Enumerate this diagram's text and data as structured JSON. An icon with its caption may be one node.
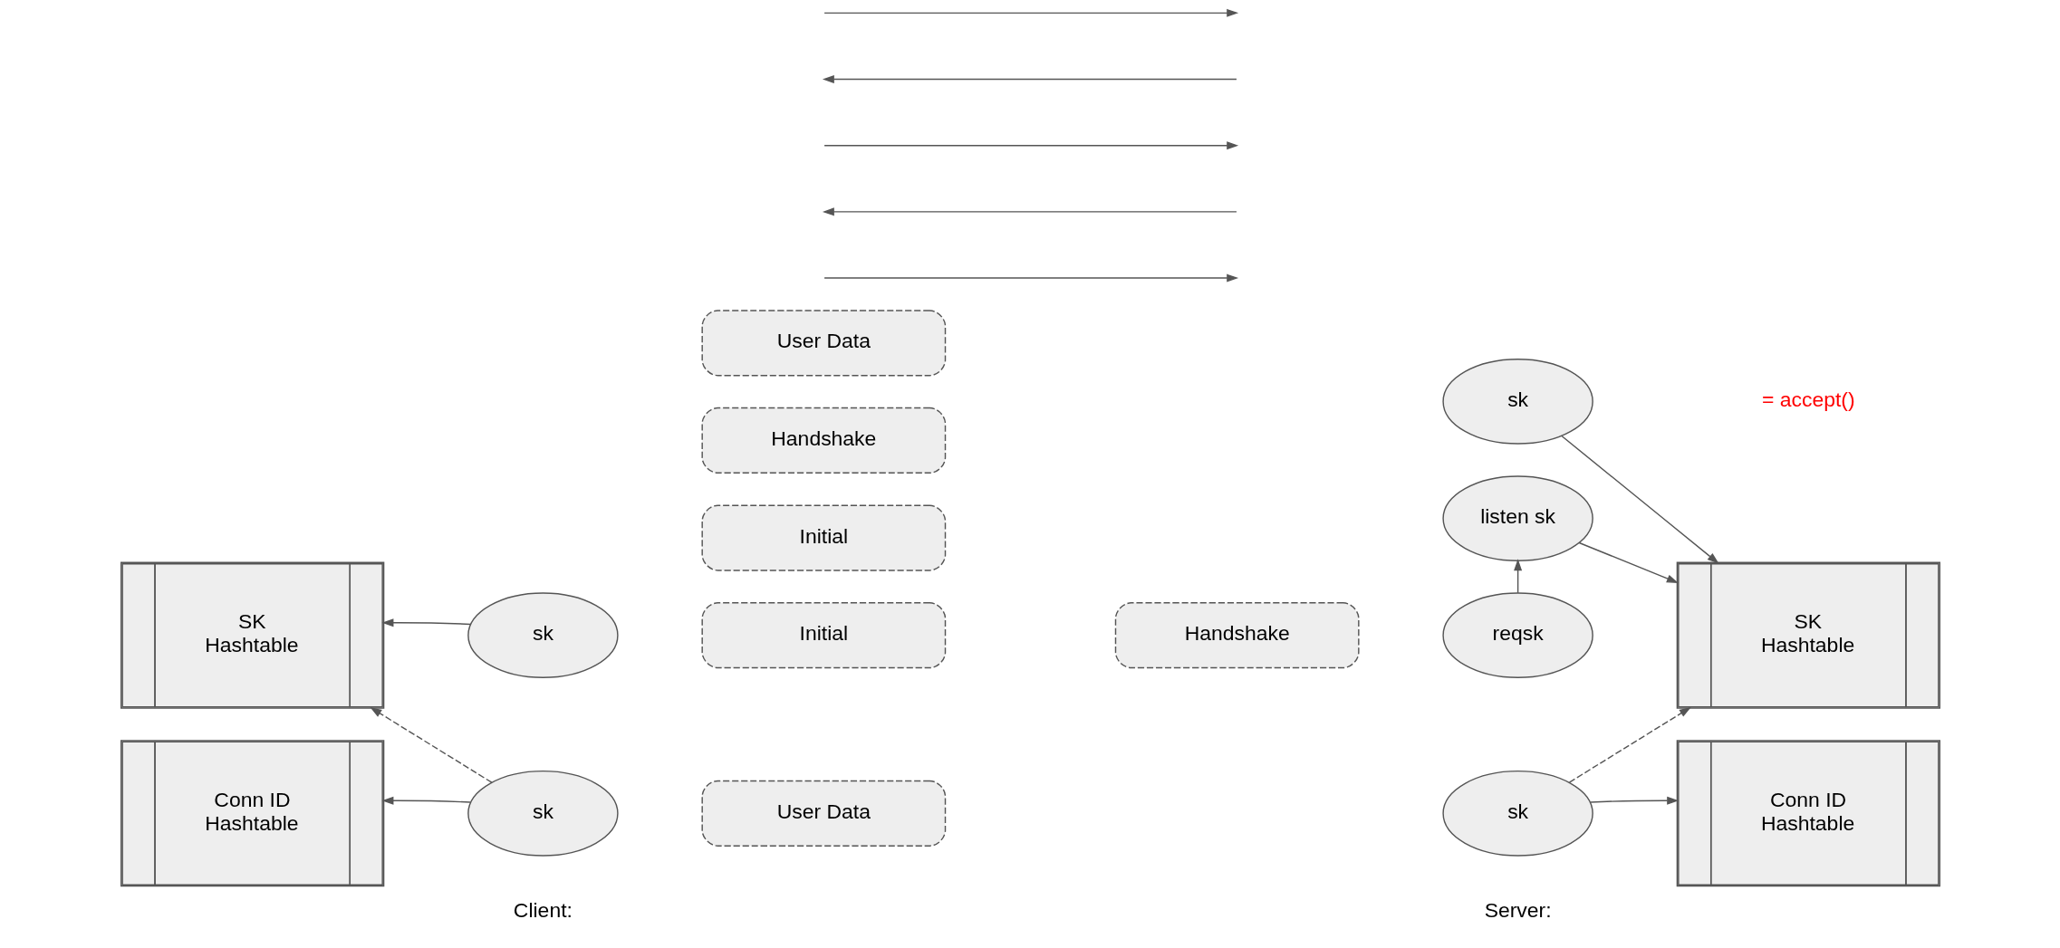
{
  "diagram": {
    "nodes": [
      {
        "text": [
          "SK",
          "Hashtable"
        ]
      },
      {
        "text": [
          "sk"
        ]
      },
      {
        "text": [
          "Initial"
        ]
      },
      {
        "text": [
          "listen sk"
        ]
      },
      {
        "text": [
          "reqsk"
        ]
      },
      {
        "text": [
          "SK",
          "Hashtable"
        ]
      },
      {
        "text": [
          "Initial"
        ]
      },
      {
        "text": [
          "Handshake"
        ]
      },
      {
        "text": [
          "sk"
        ]
      },
      {
        "text": [
          "Handshake"
        ]
      },
      {
        "text": [
          "Conn ID",
          "Hashtable"
        ]
      },
      {
        "text": [
          "sk"
        ]
      },
      {
        "text": [
          "User Data"
        ]
      },
      {
        "text": [
          "sk"
        ]
      },
      {
        "text": [
          "Conn ID",
          "Hashtable"
        ]
      },
      {
        "text": [
          "User Data"
        ]
      }
    ],
    "edges": [
      {
        "from": 1,
        "to": 0,
        "arrow": "to"
      },
      {
        "from": 11,
        "to": 0,
        "arrow": "to",
        "style": "dashed"
      },
      {
        "from": 11,
        "to": 10,
        "arrow": "to"
      },
      {
        "from": 4,
        "to": 3,
        "arrow": "to"
      },
      {
        "from": 3,
        "to": 5,
        "arrow": "to"
      },
      {
        "from": 8,
        "to": 5,
        "arrow": "to"
      },
      {
        "from": 13,
        "to": 5,
        "arrow": "to",
        "style": "dashed"
      },
      {
        "from": 13,
        "to": 14,
        "arrow": "to"
      }
    ],
    "labels": [
      "Client:",
      "Server:",
      "= accept()"
    ]
  }
}
